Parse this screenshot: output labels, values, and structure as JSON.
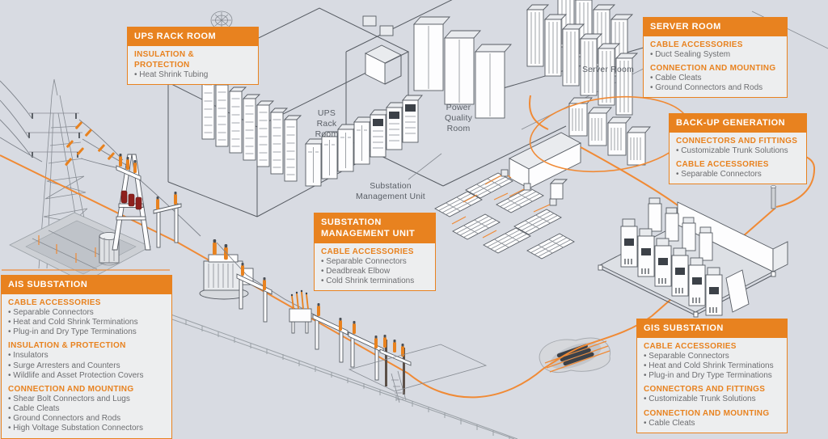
{
  "colors": {
    "accent": "#E8821F",
    "background": "#D8DBE2",
    "panel": "#EDEEEF",
    "body_text": "#6D6E71",
    "outline": "#565B62",
    "cable_route": "#F08A35"
  },
  "scene_labels": {
    "ups_rack_room": "UPS\nRack\nRoom",
    "power_quality_room": "Power\nQuality\nRoom",
    "server_room": "Server Room",
    "substation_management_unit": "Substation\nManagement Unit"
  },
  "callouts": {
    "ups": {
      "title": "UPS RACK ROOM",
      "sections": [
        {
          "heading": "INSULATION & PROTECTION",
          "items": [
            "Heat Shrink Tubing"
          ]
        }
      ]
    },
    "server": {
      "title": "SERVER ROOM",
      "sections": [
        {
          "heading": "CABLE ACCESSORIES",
          "items": [
            "Duct Sealing System"
          ]
        },
        {
          "heading": "CONNECTION AND MOUNTING",
          "items": [
            "Cable Cleats",
            "Ground Connectors and Rods"
          ]
        }
      ]
    },
    "backup": {
      "title": "BACK-UP GENERATION",
      "sections": [
        {
          "heading": "CONNECTORS AND FITTINGS",
          "items": [
            "Customizable Trunk Solutions"
          ]
        },
        {
          "heading": "CABLE ACCESSORIES",
          "items": [
            "Separable Connectors"
          ]
        }
      ]
    },
    "smu": {
      "title": "SUBSTATION MANAGEMENT UNIT",
      "sections": [
        {
          "heading": "CABLE ACCESSORIES",
          "items": [
            "Separable Connectors",
            "Deadbreak Elbow",
            "Cold Shrink terminations"
          ]
        }
      ]
    },
    "ais": {
      "title": "AIS SUBSTATION",
      "sections": [
        {
          "heading": "CABLE ACCESSORIES",
          "items": [
            "Separable Connectors",
            "Heat and Cold Shrink Terminations",
            "Plug-in and Dry Type Terminations"
          ]
        },
        {
          "heading": "INSULATION & PROTECTION",
          "items": [
            "Insulators",
            "Surge Arresters and Counters",
            "Wildlife and Asset Protection Covers"
          ]
        },
        {
          "heading": "CONNECTION AND MOUNTING",
          "items": [
            "Shear Bolt Connectors and Lugs",
            "Cable Cleats",
            "Ground Connectors and Rods",
            "High Voltage Substation Connectors"
          ]
        }
      ]
    },
    "gis": {
      "title": "GIS SUBSTATION",
      "sections": [
        {
          "heading": "CABLE ACCESSORIES",
          "items": [
            "Separable Connectors",
            "Heat and Cold Shrink Terminations",
            "Plug-in and Dry Type Terminations"
          ]
        },
        {
          "heading": "CONNECTORS AND FITTINGS",
          "items": [
            "Customizable Trunk Solutions"
          ]
        },
        {
          "heading": "CONNECTION AND MOUNTING",
          "items": [
            "Cable Cleats"
          ]
        }
      ]
    }
  }
}
